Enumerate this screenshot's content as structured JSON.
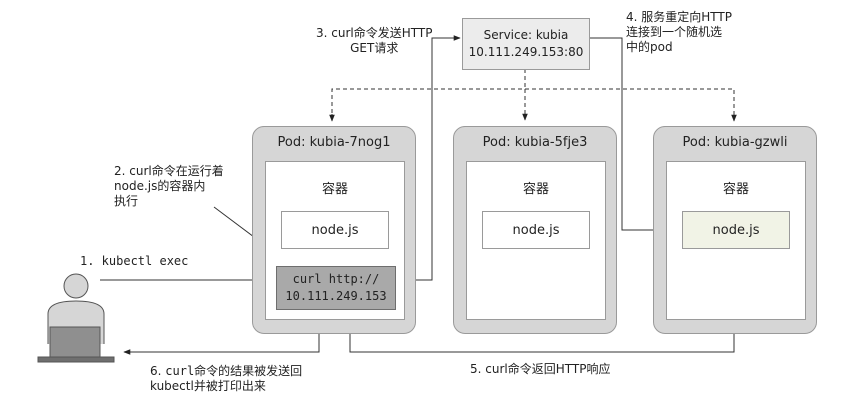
{
  "service": {
    "title": "Service: kubia",
    "ip": "10.111.249.153:80"
  },
  "pods": [
    {
      "title": "Pod: kubia-7nog1",
      "container_label": "容器",
      "app_label": "node.js"
    },
    {
      "title": "Pod: kubia-5fje3",
      "container_label": "容器",
      "app_label": "node.js"
    },
    {
      "title": "Pod: kubia-gzwli",
      "container_label": "容器",
      "app_label": "node.js"
    }
  ],
  "curl_box": {
    "line1": "curl http://",
    "line2": "10.111.249.153"
  },
  "steps": {
    "step1": "1. kubectl exec",
    "step2": [
      "2. curl命令在运行着",
      "node.js的容器内",
      "执行"
    ],
    "step3": [
      "3. curl命令发送HTTP",
      "GET请求"
    ],
    "step4": [
      "4. 服务重定向HTTP",
      "连接到一个随机选",
      "中的pod"
    ],
    "step5": "5. curl命令返回HTTP响应",
    "step6": {
      "prefix": "6. ",
      "code": "curl",
      "line1_rest": "命令的结果被发送回",
      "line2": "kubectl并被打印出来"
    }
  }
}
